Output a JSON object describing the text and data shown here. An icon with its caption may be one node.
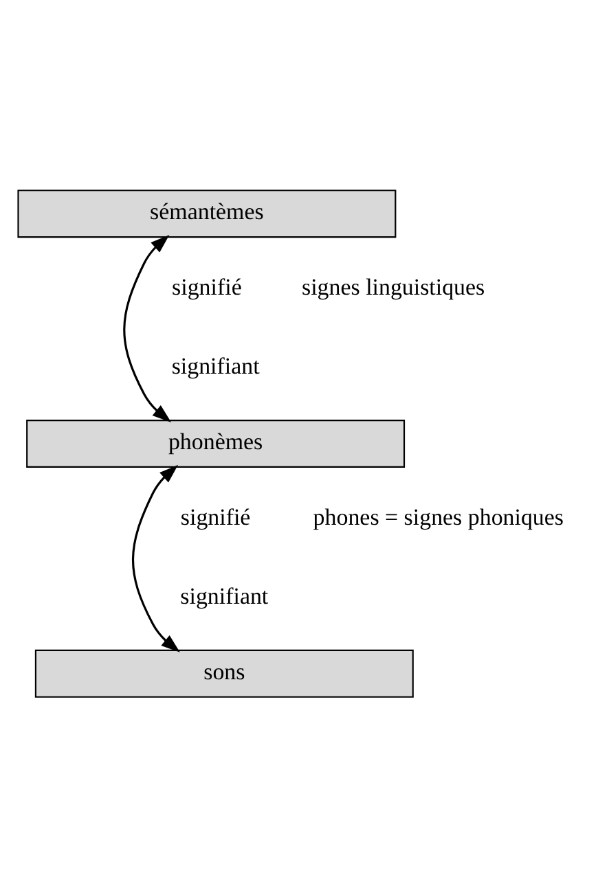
{
  "diagram": {
    "nodes": [
      {
        "text": [
          "sémantèmes"
        ]
      },
      {
        "text": [
          "phonèmes"
        ]
      },
      {
        "text": [
          "sons"
        ]
      }
    ],
    "edges": [
      {
        "from": 0,
        "to": 1,
        "arrow": "both"
      },
      {
        "from": 1,
        "to": 2,
        "arrow": "both"
      }
    ],
    "labels": [
      "signifié",
      "signes linguistiques",
      "signifiant",
      "signifié",
      "phones = signes phoniques",
      "signifiant"
    ]
  }
}
